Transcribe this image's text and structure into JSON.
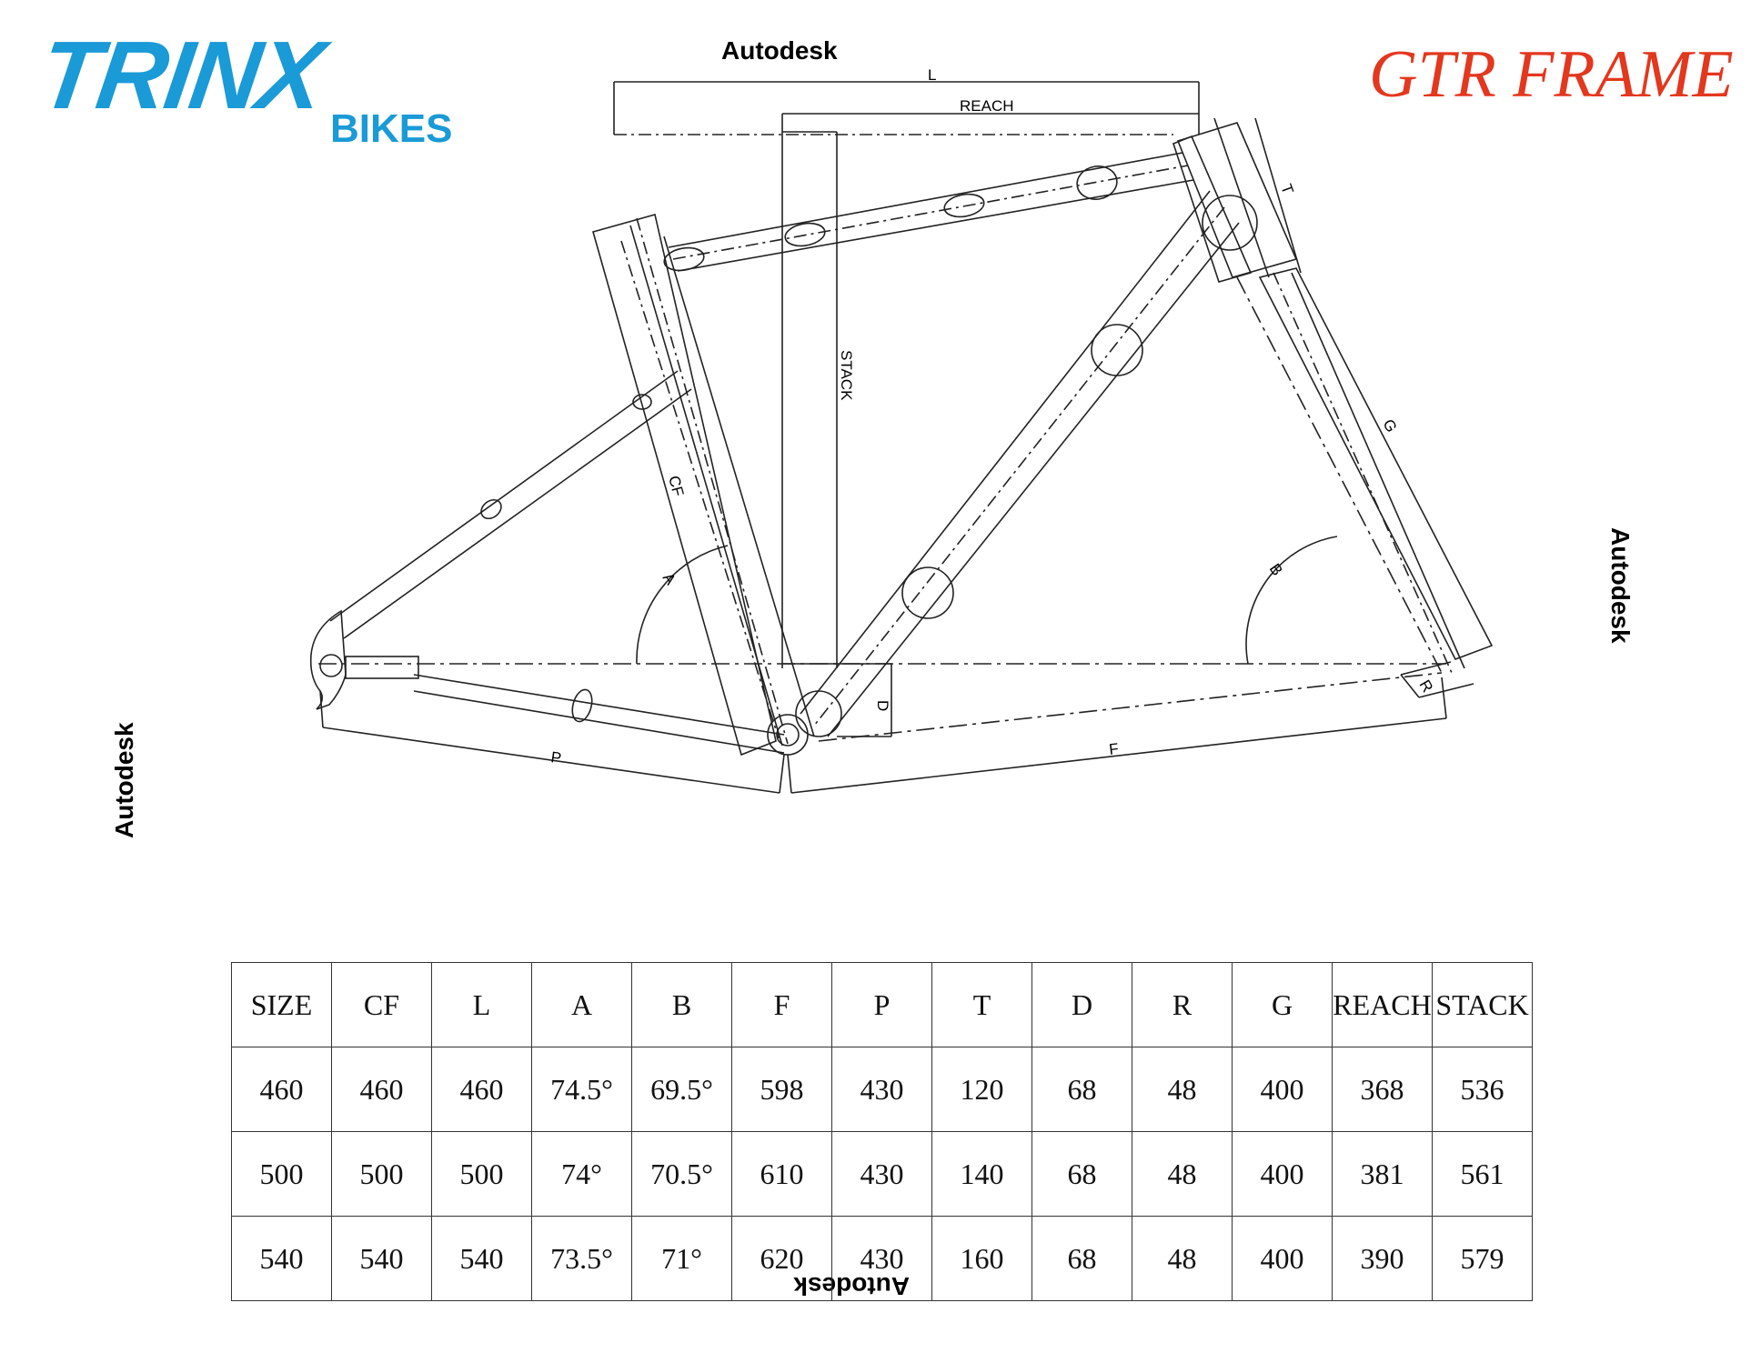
{
  "logo": {
    "brand": "TRINX",
    "sub": "BIKES",
    "color": "#1a9ad6"
  },
  "frame_title": "GTR FRAME",
  "frame_title_color": "#e3371e",
  "watermarks": {
    "top": "Autodesk",
    "right": "Autodesk",
    "left": "Autodesk",
    "bottom": "Autodesk"
  },
  "diagram_labels": {
    "l": "L",
    "reach": "REACH",
    "stack": "STACK",
    "cf": "CF",
    "t": "T",
    "g": "G",
    "a": "A",
    "b": "B",
    "d": "D",
    "r": "R",
    "p": "P",
    "f": "F"
  },
  "spec_table": {
    "headers": [
      "SIZE",
      "CF",
      "L",
      "A",
      "B",
      "F",
      "P",
      "T",
      "D",
      "R",
      "G",
      "REACH",
      "STACK"
    ],
    "rows": [
      [
        "460",
        "460",
        "460",
        "74.5°",
        "69.5°",
        "598",
        "430",
        "120",
        "68",
        "48",
        "400",
        "368",
        "536"
      ],
      [
        "500",
        "500",
        "500",
        "74°",
        "70.5°",
        "610",
        "430",
        "140",
        "68",
        "48",
        "400",
        "381",
        "561"
      ],
      [
        "540",
        "540",
        "540",
        "73.5°",
        "71°",
        "620",
        "430",
        "160",
        "68",
        "48",
        "400",
        "390",
        "579"
      ]
    ]
  }
}
